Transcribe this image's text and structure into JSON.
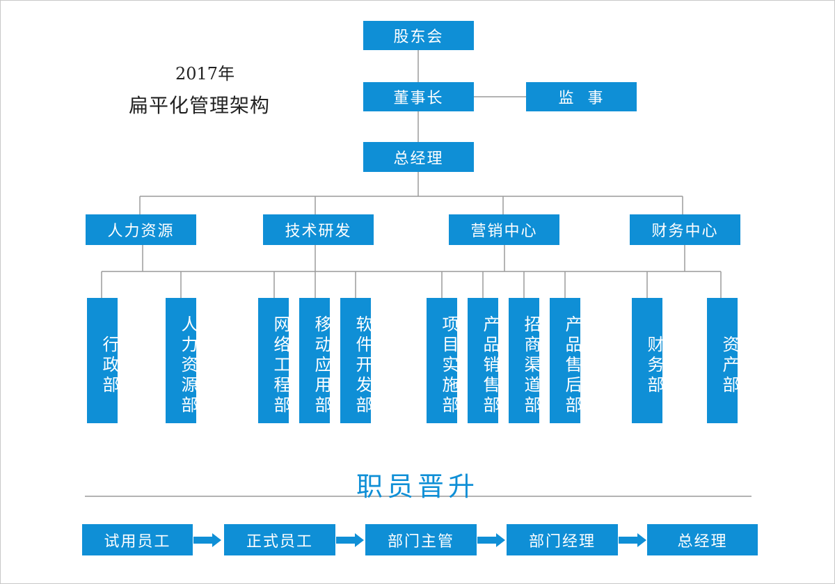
{
  "title": {
    "year": "2017年",
    "subtitle": "扁平化管理架构"
  },
  "colors": {
    "box": "#0f8fd6",
    "line": "#9a9a9a",
    "arrow": "#0f8fd6"
  },
  "org": {
    "shareholders": "股东会",
    "chairman": "董事长",
    "supervisor": "监  事",
    "gm": "总经理",
    "centers": [
      "人力资源",
      "技术研发",
      "营销中心",
      "财务中心"
    ],
    "departments": [
      "行政部",
      "人力资源部",
      "网络工程部",
      "移动应用部",
      "软件开发部",
      "项目实施部",
      "产品销售部",
      "招商渠道部",
      "产品售后部",
      "财务部",
      "资产部"
    ]
  },
  "promotion": {
    "title": "职员晋升",
    "steps": [
      "试用员工",
      "正式员工",
      "部门主管",
      "部门经理",
      "总经理"
    ]
  }
}
